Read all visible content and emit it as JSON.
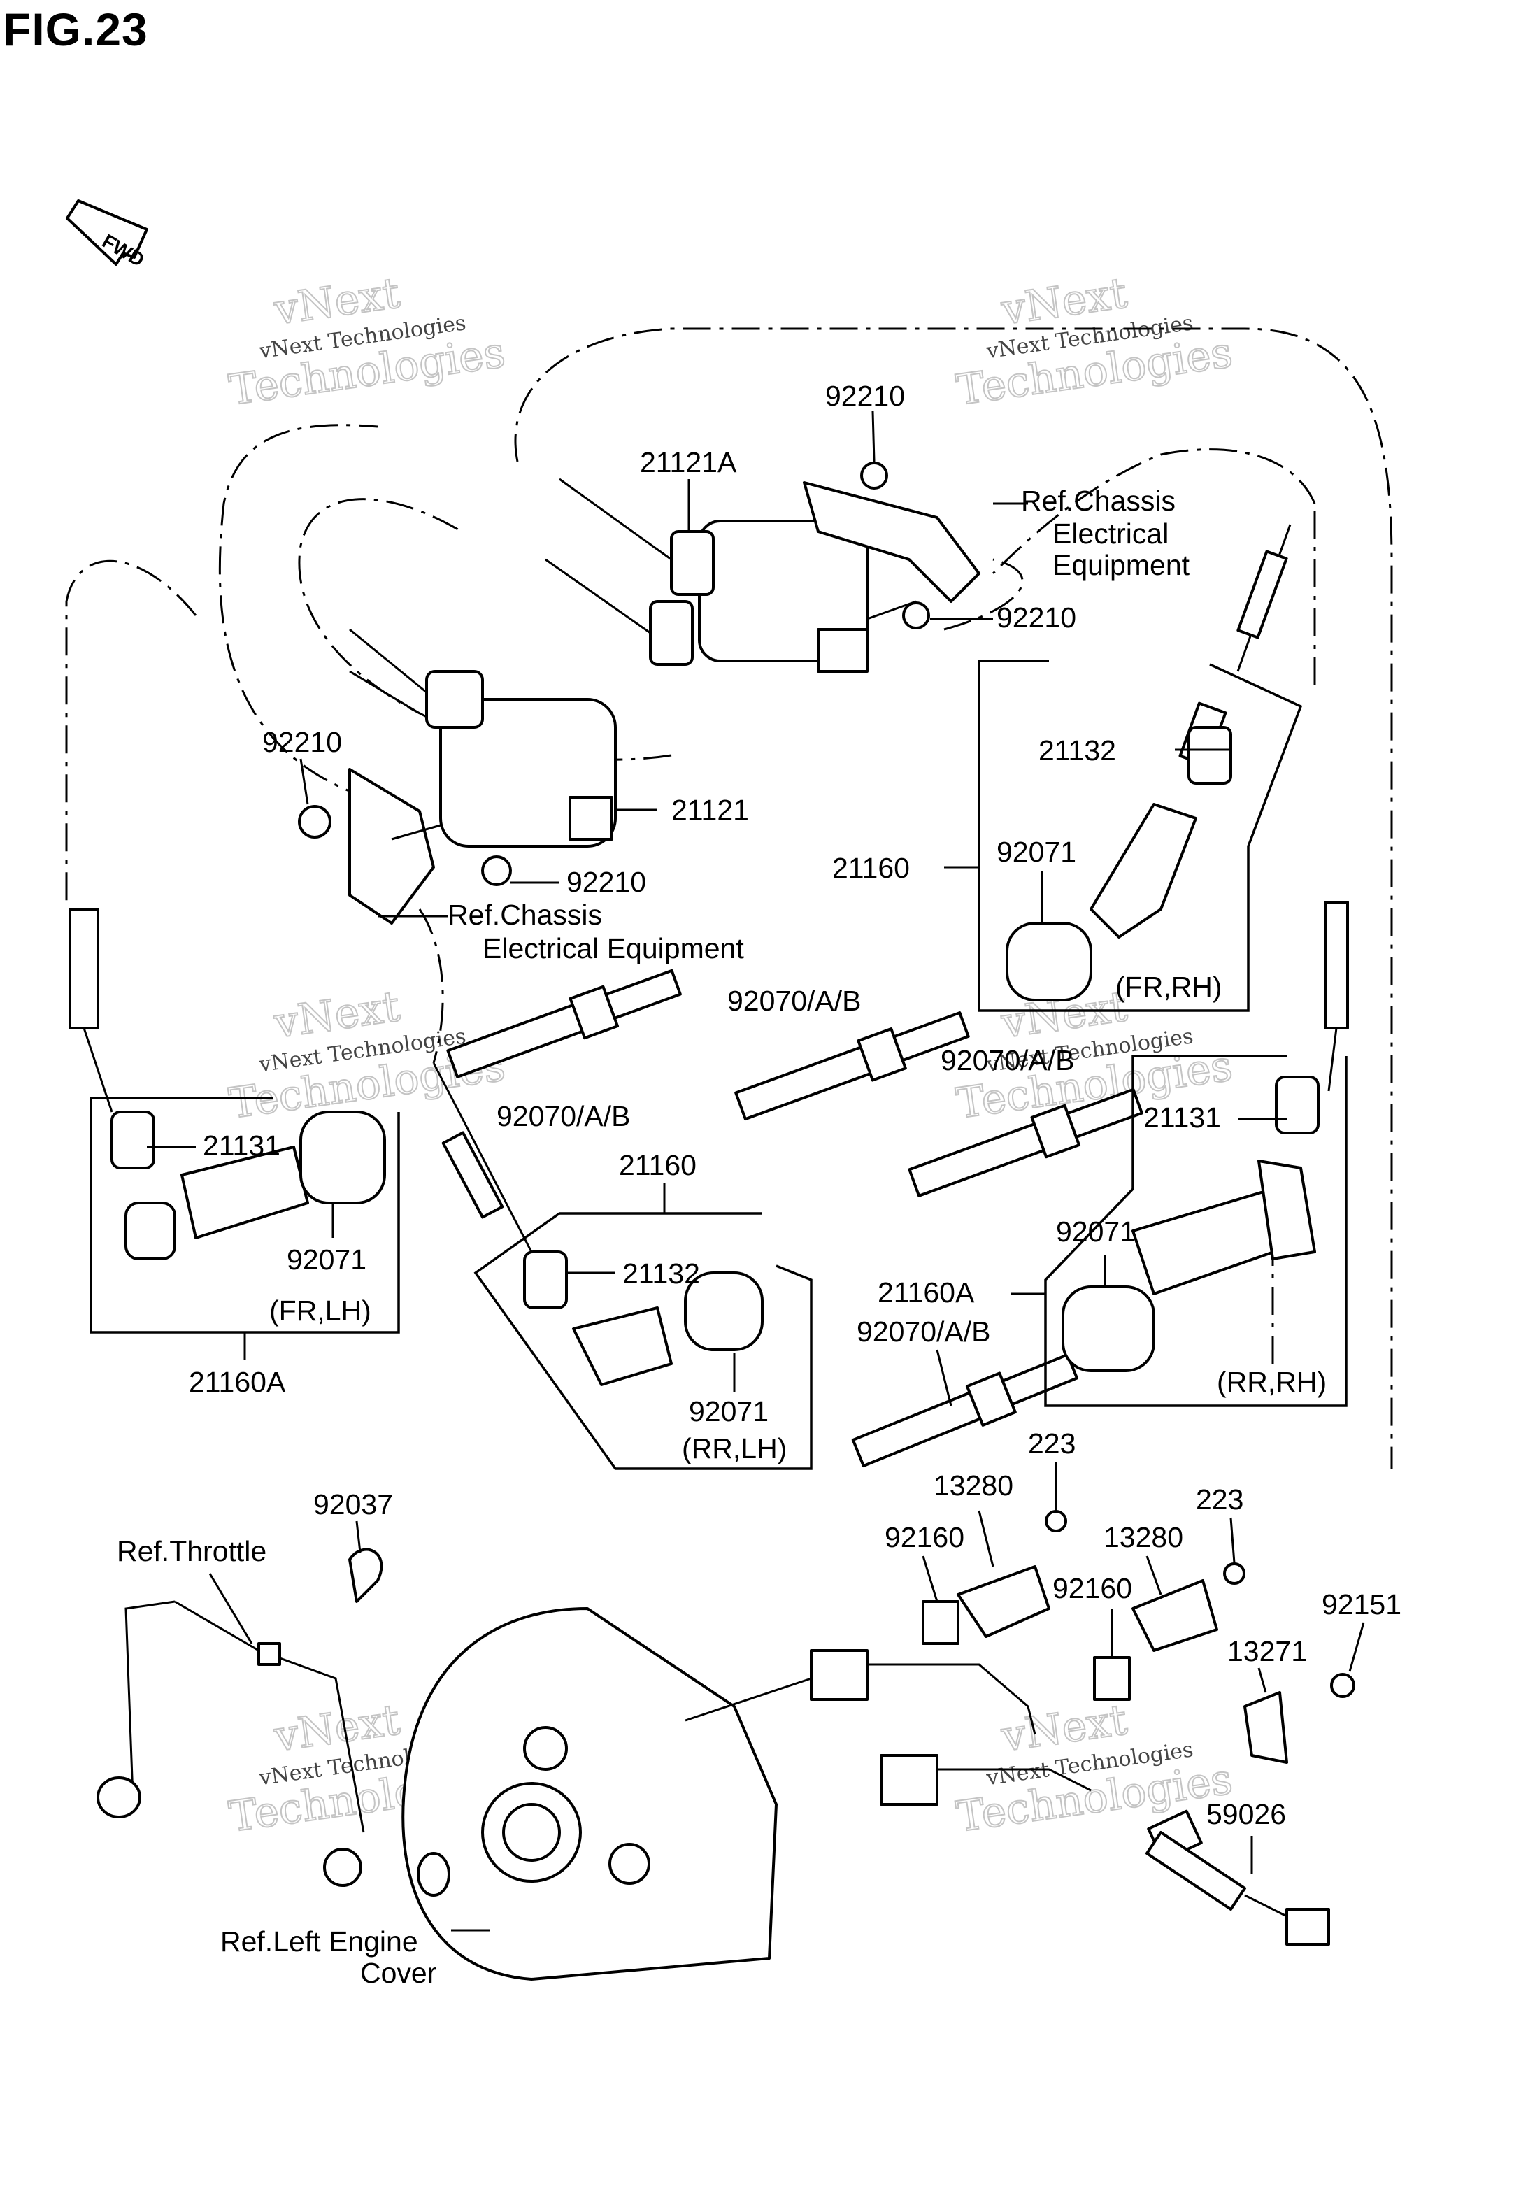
{
  "figure": {
    "title": "FIG.23"
  },
  "fwd_badge": {
    "label": "FWD"
  },
  "watermark": {
    "line1": "vNext Technologies",
    "line2a": "vNext",
    "line2b": "Technologies"
  },
  "labels": {
    "l_92210_top": "92210",
    "l_21121A": "21121A",
    "l_ref_chassis_1": "Ref.Chassis",
    "l_ref_chassis_1b": "Electrical",
    "l_ref_chassis_1c": "Equipment",
    "l_92210_r": "92210",
    "l_92210_l": "92210",
    "l_21121": "21121",
    "l_92210_b": "92210",
    "l_ref_chassis_2": "Ref.Chassis",
    "l_ref_chassis_2b": "Electrical Equipment",
    "l_21132_r": "21132",
    "l_21160_r": "21160",
    "l_92071_fr_rh": "92071",
    "l_fr_rh": "(FR,RH)",
    "l_92070_c": "92070/A/B",
    "l_92070_l": "92070/A/B",
    "l_92070_r": "92070/A/B",
    "l_21131_l": "21131",
    "l_92071_fr_lh": "92071",
    "l_fr_lh": "(FR,LH)",
    "l_21160A_l": "21160A",
    "l_21160_m": "21160",
    "l_21132_m": "21132",
    "l_92071_rr_lh": "92071",
    "l_rr_lh": "(RR,LH)",
    "l_21131_r": "21131",
    "l_92071_rr_rh": "92071",
    "l_21160A_r": "21160A",
    "l_rr_rh": "(RR,RH)",
    "l_92070_rb": "92070/A/B",
    "l_223_a": "223",
    "l_223_b": "223",
    "l_13280_a": "13280",
    "l_13280_b": "13280",
    "l_92160_a": "92160",
    "l_92160_b": "92160",
    "l_13271": "13271",
    "l_92151": "92151",
    "l_59026": "59026",
    "l_92037": "92037",
    "l_ref_throttle": "Ref.Throttle",
    "l_ref_engine": "Ref.Left Engine",
    "l_ref_engine_b": "Cover"
  }
}
